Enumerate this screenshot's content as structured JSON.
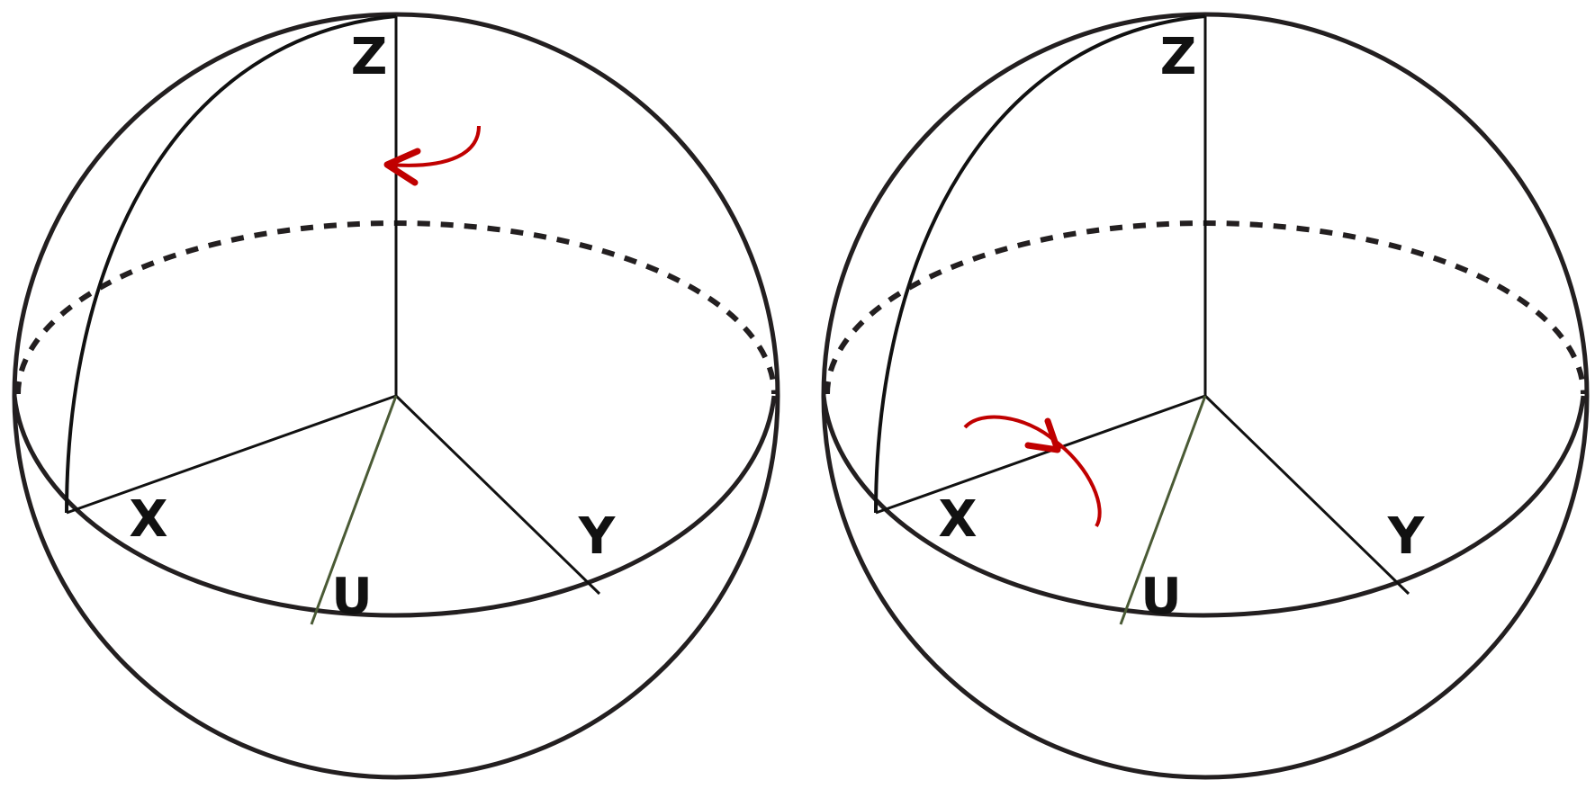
{
  "colors": {
    "outline": "#231f20",
    "u_axis": "#4a5a35",
    "rotation_arrow": "#c00000"
  },
  "spheres": [
    {
      "labels": {
        "z": "Z",
        "x": "X",
        "u": "U",
        "y": "Y"
      },
      "rotation_arrow": "about-z-axis"
    },
    {
      "labels": {
        "z": "Z",
        "x": "X",
        "u": "U",
        "y": "Y"
      },
      "rotation_arrow": "about-x-axis"
    }
  ]
}
